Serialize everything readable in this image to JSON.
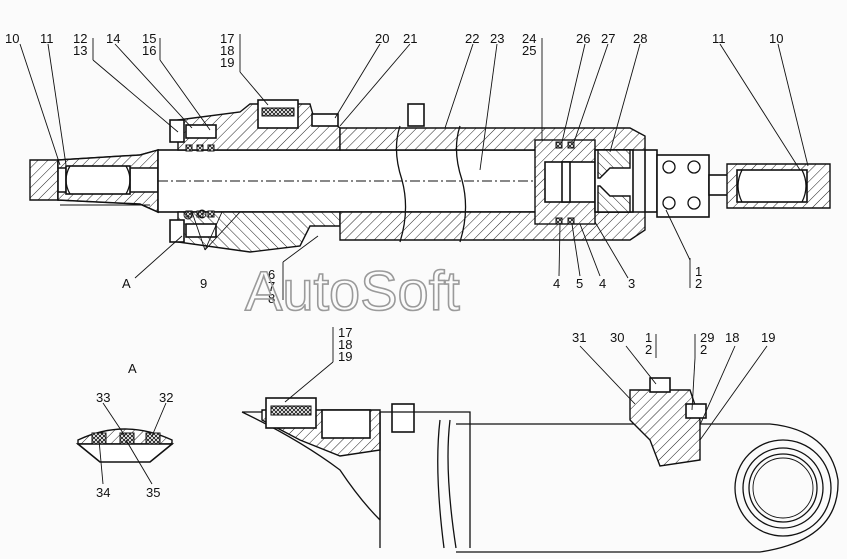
{
  "watermark": "AutoSoft",
  "view_label": "A",
  "callouts": {
    "c10_left": "10",
    "c11_left": "11",
    "c12": "12",
    "c13": "13",
    "c14": "14",
    "c15": "15",
    "c16": "16",
    "c17": "17",
    "c18": "18",
    "c19": "19",
    "c20": "20",
    "c21": "21",
    "c22": "22",
    "c23": "23",
    "c24": "24",
    "c25": "25",
    "c26": "26",
    "c27": "27",
    "c28": "28",
    "c11_right": "11",
    "c10_right": "10",
    "cA": "A",
    "c9": "9",
    "c6": "6",
    "c7": "7",
    "c8": "8",
    "c4a": "4",
    "c5": "5",
    "c4b": "4",
    "c3": "3",
    "c1": "1",
    "c2": "2"
  },
  "detail_callouts": {
    "c33": "33",
    "c32": "32",
    "c34": "34",
    "c35": "35"
  },
  "lower_callouts": {
    "c17": "17",
    "c18": "18",
    "c19": "19",
    "c31": "31",
    "c30": "30",
    "c1": "1",
    "c2a": "2",
    "c29": "29",
    "c2b": "2",
    "c18b": "18",
    "c19b": "19"
  }
}
